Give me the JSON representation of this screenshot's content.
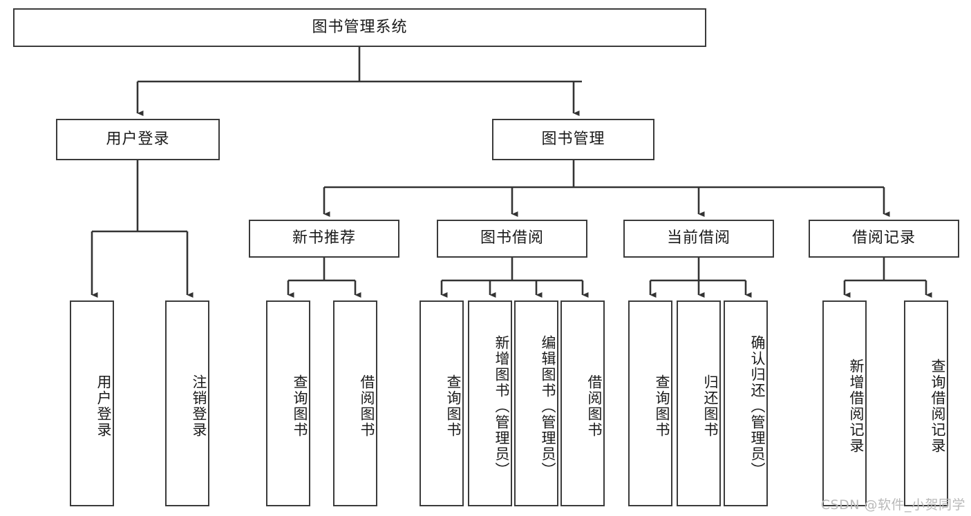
{
  "diagram": {
    "title": "图书管理系统",
    "type": "功能结构图",
    "watermark": "CSDN @软件_小贺同学",
    "colors": {
      "border": "#3a3a3a",
      "text": "#1a1a1a",
      "background": "#ffffff",
      "connector": "#333333",
      "watermark": "#b9b9b9"
    },
    "root": {
      "label": "图书管理系统"
    },
    "level2": [
      {
        "label": "用户登录"
      },
      {
        "label": "图书管理"
      }
    ],
    "level3": [
      {
        "label": "新书推荐"
      },
      {
        "label": "图书借阅"
      },
      {
        "label": "当前借阅"
      },
      {
        "label": "借阅记录"
      }
    ],
    "leaves": {
      "user_login": [
        {
          "label": "用户登录"
        },
        {
          "label": "注销登录"
        }
      ],
      "new_book_recommend": [
        {
          "label": "查询图书"
        },
        {
          "label": "借阅图书"
        }
      ],
      "book_borrow": [
        {
          "label": "查询图书"
        },
        {
          "label": "新增图书（管理员）"
        },
        {
          "label": "编辑图书（管理员）"
        },
        {
          "label": "借阅图书"
        }
      ],
      "current_borrow": [
        {
          "label": "查询图书"
        },
        {
          "label": "归还图书"
        },
        {
          "label": "确认归还（管理员）"
        }
      ],
      "borrow_record": [
        {
          "label": "新增借阅记录"
        },
        {
          "label": "查询借阅记录"
        }
      ]
    }
  }
}
